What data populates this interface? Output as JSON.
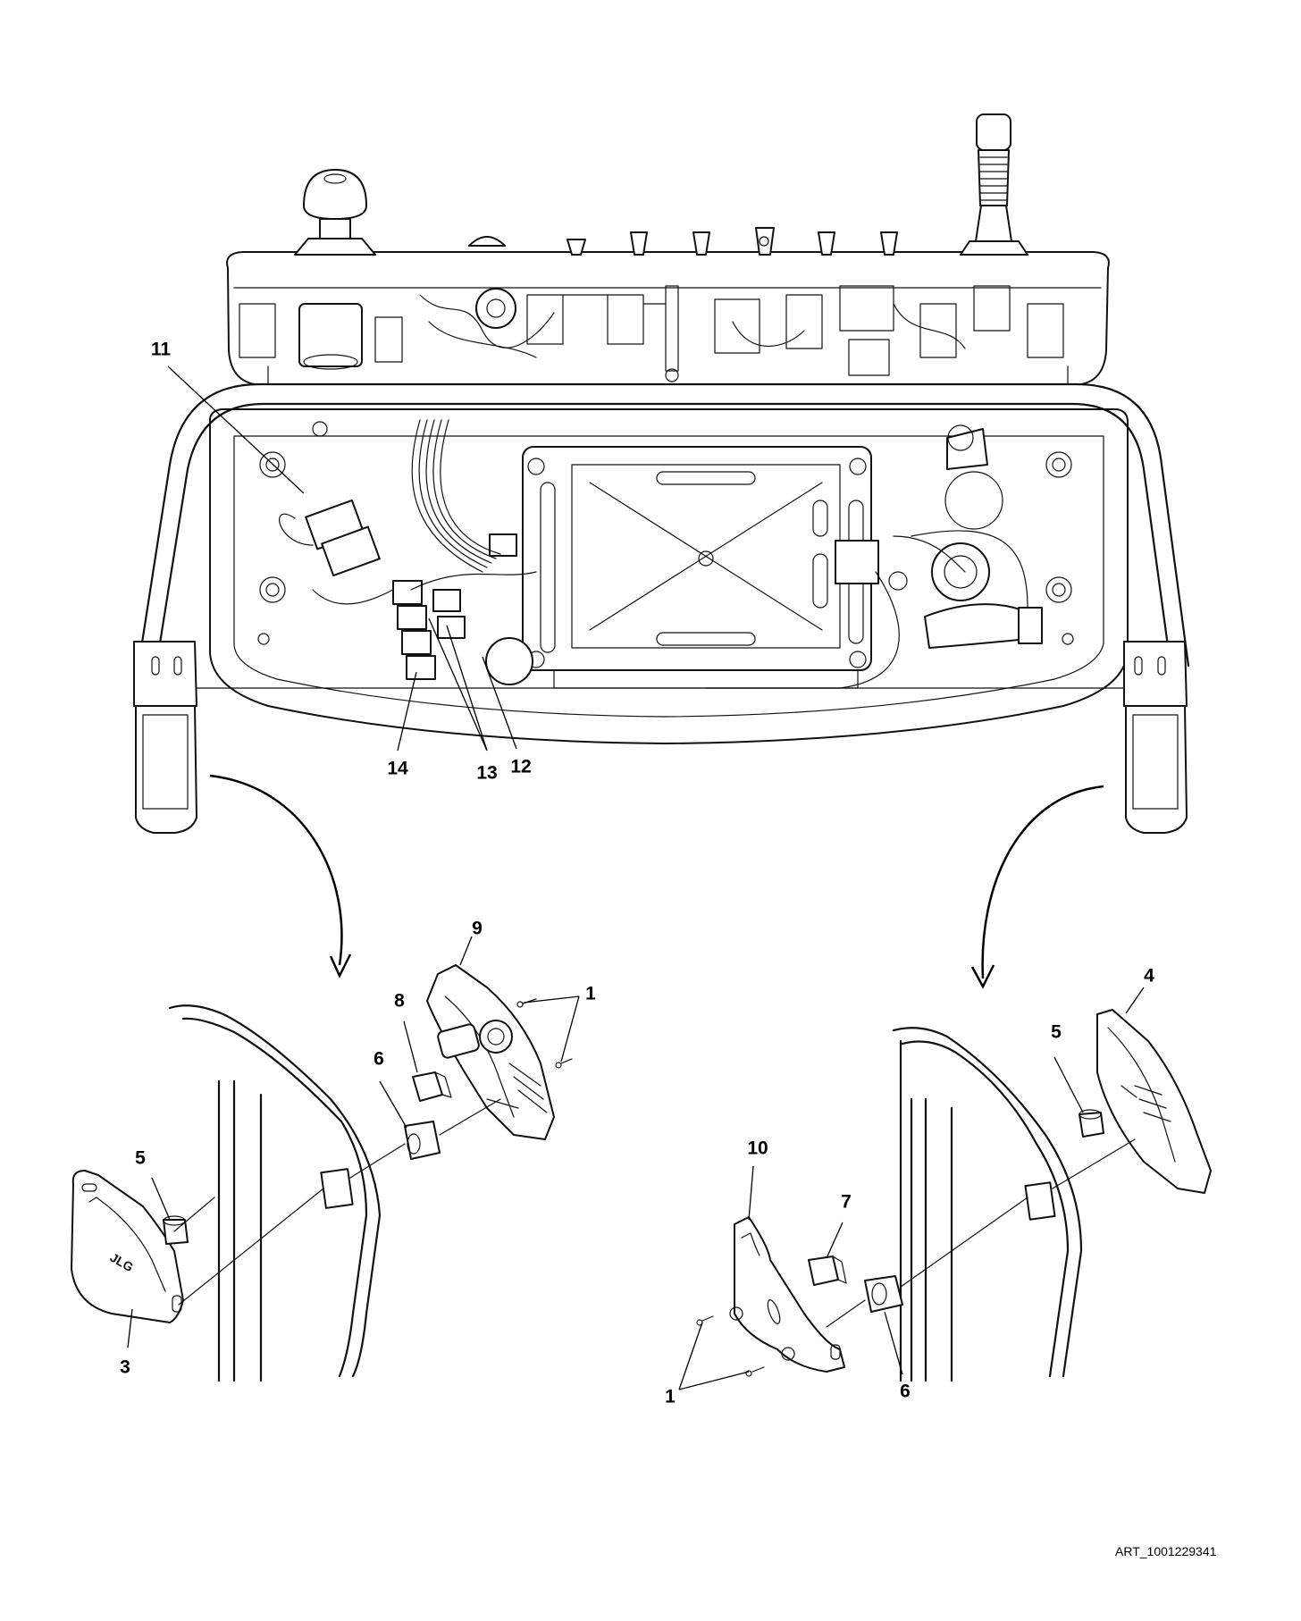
{
  "callouts": [
    {
      "id": "c11",
      "text": "11"
    },
    {
      "id": "c12",
      "text": "12"
    },
    {
      "id": "c13",
      "text": "13"
    },
    {
      "id": "c14",
      "text": "14"
    },
    {
      "id": "c9",
      "text": "9"
    },
    {
      "id": "c8",
      "text": "8"
    },
    {
      "id": "c1a",
      "text": "1"
    },
    {
      "id": "c6a",
      "text": "6"
    },
    {
      "id": "c5a",
      "text": "5"
    },
    {
      "id": "c3",
      "text": "3"
    },
    {
      "id": "c4",
      "text": "4"
    },
    {
      "id": "c5b",
      "text": "5"
    },
    {
      "id": "c10",
      "text": "10"
    },
    {
      "id": "c7",
      "text": "7"
    },
    {
      "id": "c1b",
      "text": "1"
    },
    {
      "id": "c6b",
      "text": "6"
    }
  ],
  "art_id": "ART_1001229341"
}
